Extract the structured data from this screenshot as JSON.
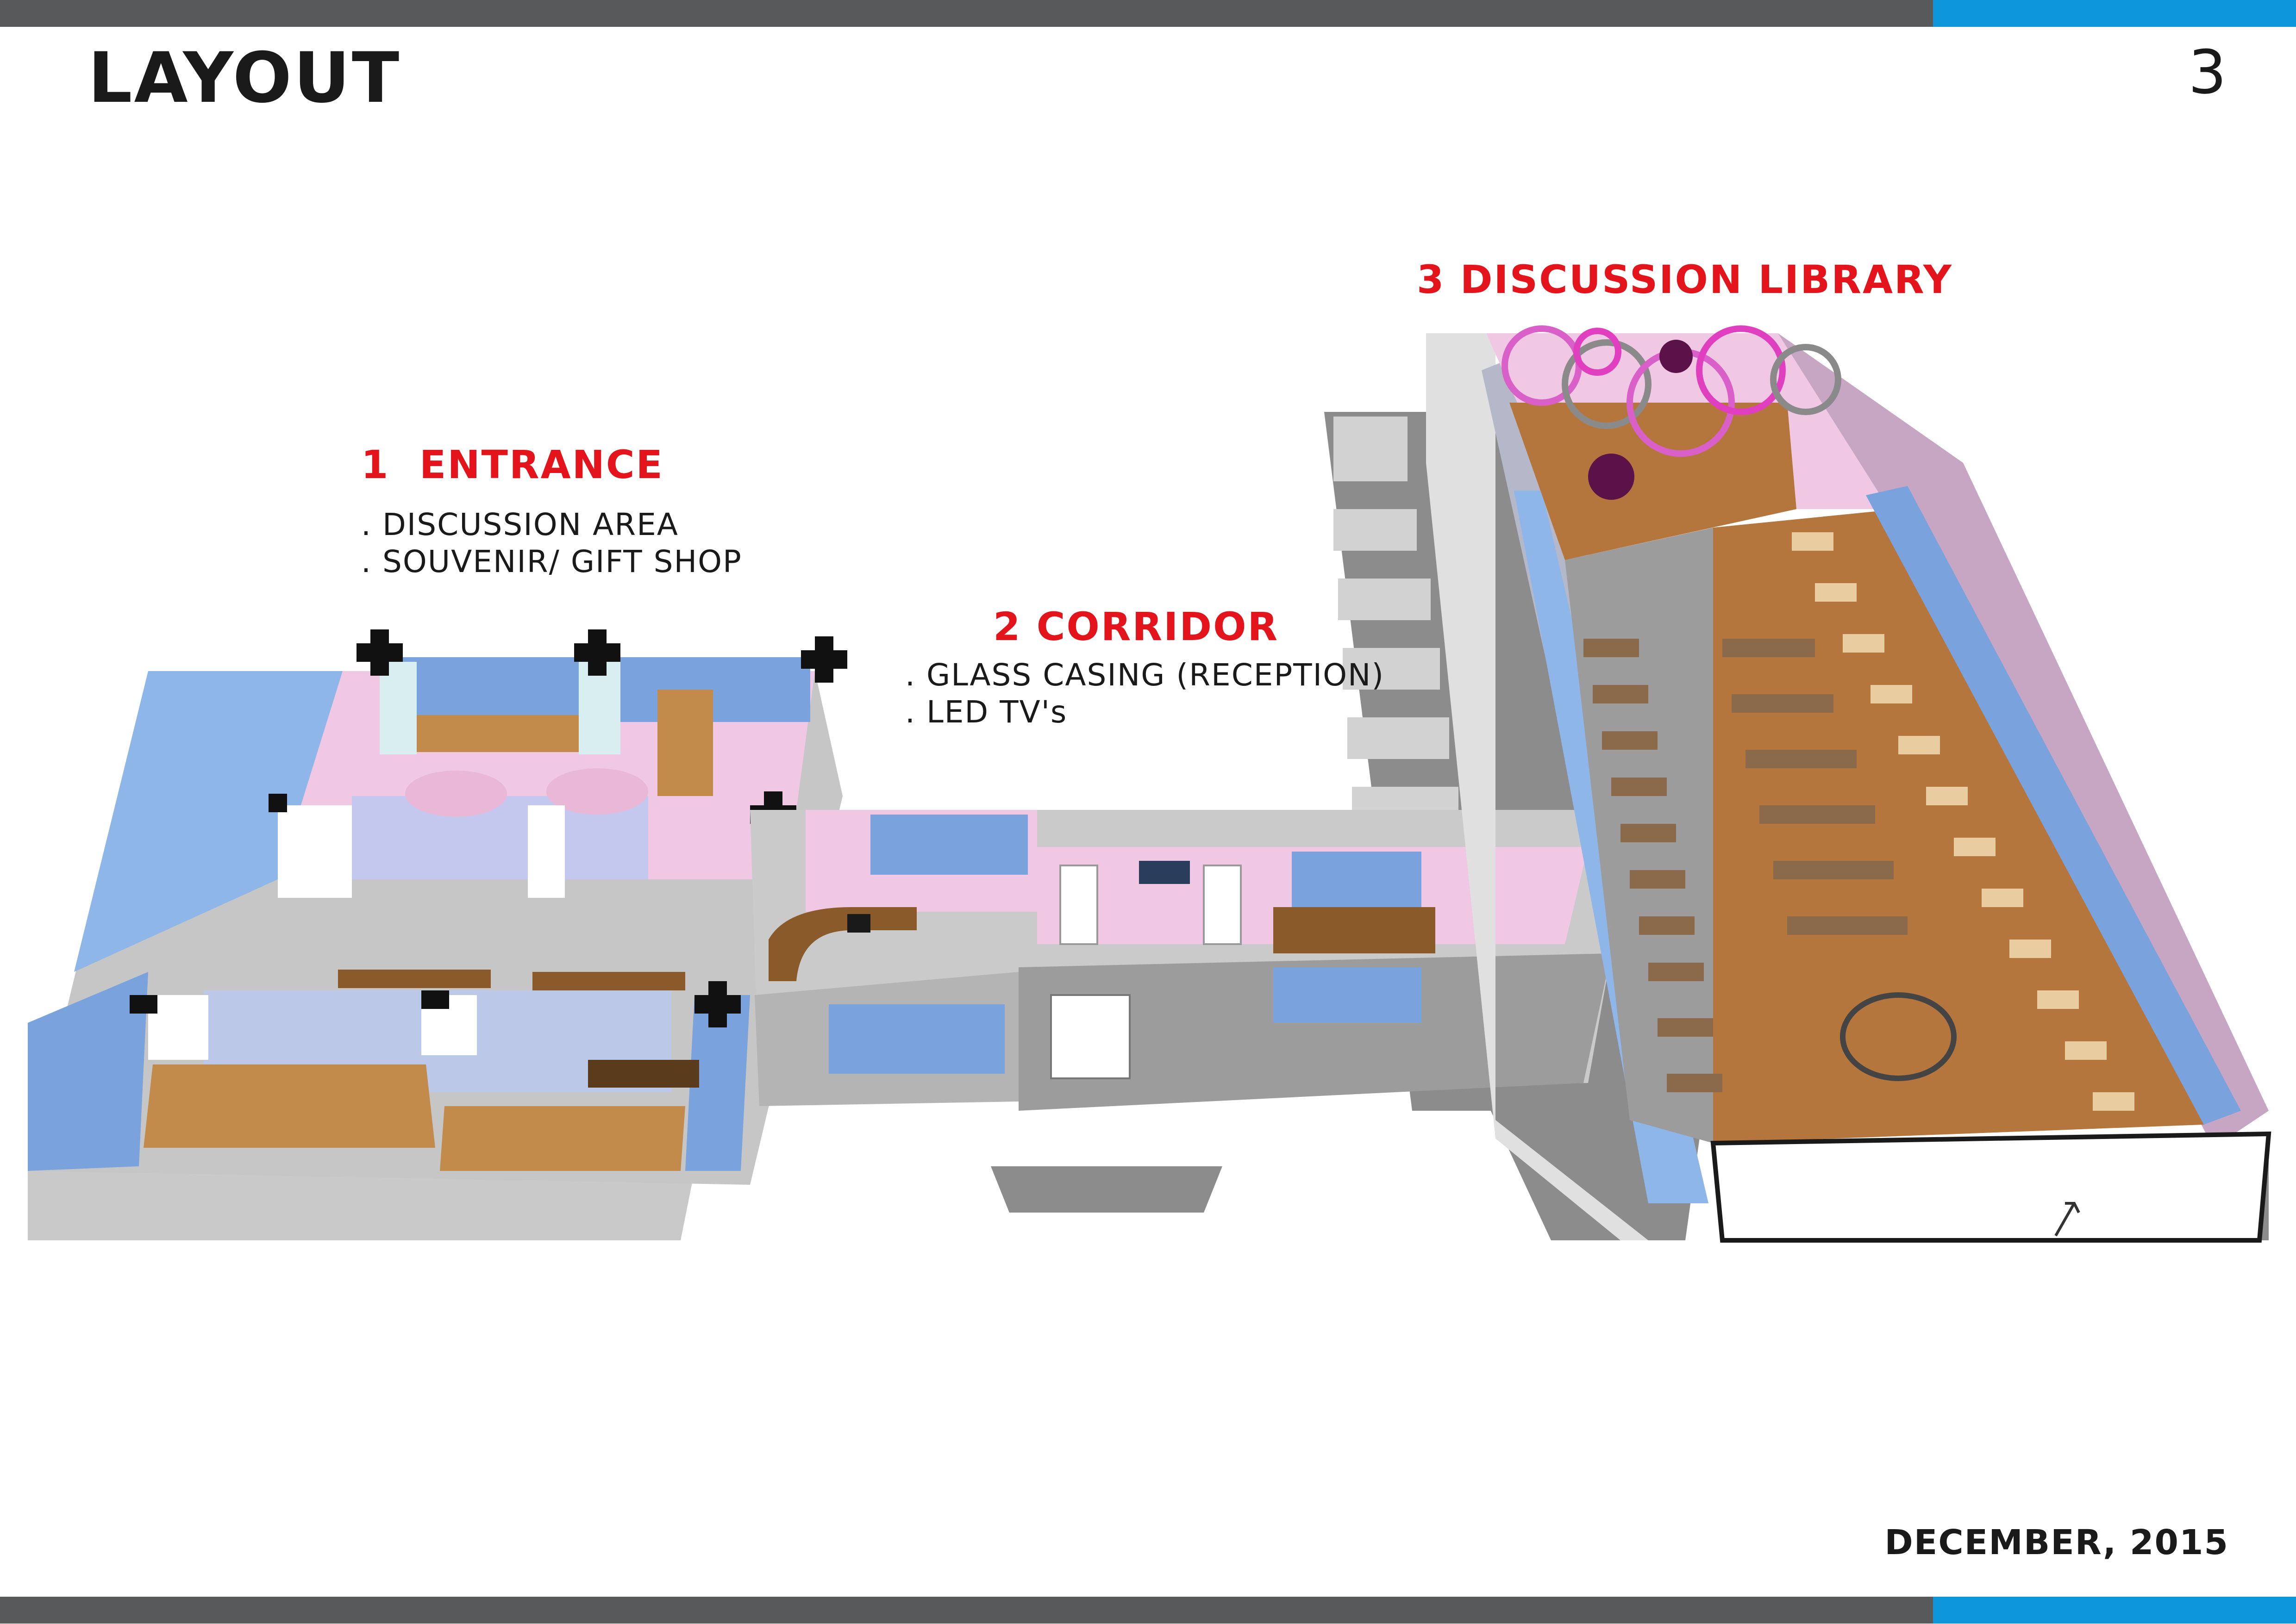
{
  "header": {
    "title": "LAYOUT",
    "page_number": "3"
  },
  "footer": {
    "date": "DECEMBER, 2015"
  },
  "zones": {
    "entrance": {
      "heading": "1  ENTRANCE",
      "items": [
        ". DISCUSSION AREA",
        ". SOUVENIR/ GIFT SHOP"
      ]
    },
    "corridor": {
      "heading": "2 CORRIDOR",
      "items": [
        ". GLASS CASING (RECEPTION)",
        ". LED TV's"
      ]
    },
    "library": {
      "heading": "3 DISCUSSION LIBRARY"
    }
  },
  "colors": {
    "bar_dark": "#58595b",
    "bar_accent": "#0d96d9",
    "label_red": "#e3141b",
    "wall_pink": "#f0c8e4",
    "glass_blue": "#8fb6e8",
    "floor_grey": "#c6c6c6",
    "wood": "#b5763d",
    "shadow_grey": "#8c8c8c"
  }
}
